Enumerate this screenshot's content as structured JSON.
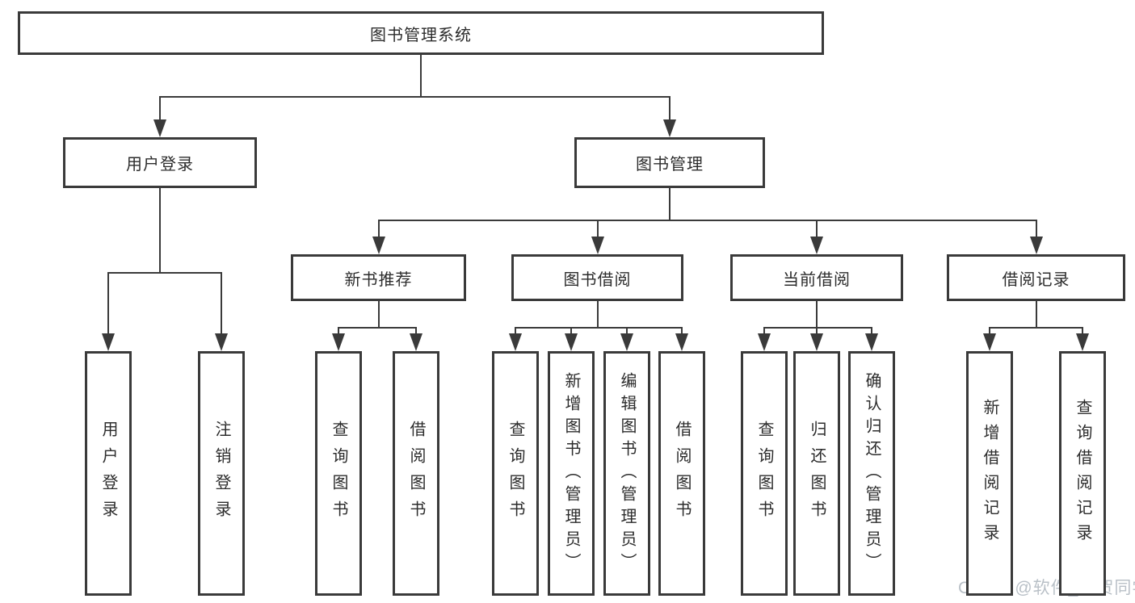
{
  "diagram": {
    "title": "图书管理系统",
    "nodes": [
      {
        "id": "root",
        "label": "图书管理系统",
        "parent": null
      },
      {
        "id": "user-login",
        "label": "用户登录",
        "parent": "root"
      },
      {
        "id": "book-mgmt",
        "label": "图书管理",
        "parent": "root"
      },
      {
        "id": "new-book-rec",
        "label": "新书推荐",
        "parent": "book-mgmt"
      },
      {
        "id": "book-borrow",
        "label": "图书借阅",
        "parent": "book-mgmt"
      },
      {
        "id": "current-borrow",
        "label": "当前借阅",
        "parent": "book-mgmt"
      },
      {
        "id": "borrow-records",
        "label": "借阅记录",
        "parent": "book-mgmt"
      },
      {
        "id": "login",
        "label": "用户登录",
        "parent": "user-login"
      },
      {
        "id": "logout",
        "label": "注销登录",
        "parent": "user-login"
      },
      {
        "id": "query-books-new",
        "label": "查询图书",
        "parent": "new-book-rec"
      },
      {
        "id": "borrow-books-new",
        "label": "借阅图书",
        "parent": "new-book-rec"
      },
      {
        "id": "query-books-borrow",
        "label": "查询图书",
        "parent": "book-borrow"
      },
      {
        "id": "add-books-admin",
        "label": "新增图书（管理员）",
        "parent": "book-borrow"
      },
      {
        "id": "edit-books-admin",
        "label": "编辑图书（管理员）",
        "parent": "book-borrow"
      },
      {
        "id": "borrow-books",
        "label": "借阅图书",
        "parent": "book-borrow"
      },
      {
        "id": "query-books-current",
        "label": "查询图书",
        "parent": "current-borrow"
      },
      {
        "id": "return-books",
        "label": "归还图书",
        "parent": "current-borrow"
      },
      {
        "id": "confirm-return-admin",
        "label": "确认归还（管理员）",
        "parent": "current-borrow"
      },
      {
        "id": "add-borrow-record",
        "label": "新增借阅记录",
        "parent": "borrow-records"
      },
      {
        "id": "query-borrow-record",
        "label": "查询借阅记录",
        "parent": "borrow-records"
      }
    ]
  },
  "watermark": {
    "text": "CSDN @软件_小贺同学"
  },
  "colors": {
    "line": "#3a3a3a",
    "box_border": "#3a3a3a",
    "text": "#2c2c2c",
    "watermark": "#b9c0c7",
    "background": "#ffffff"
  }
}
